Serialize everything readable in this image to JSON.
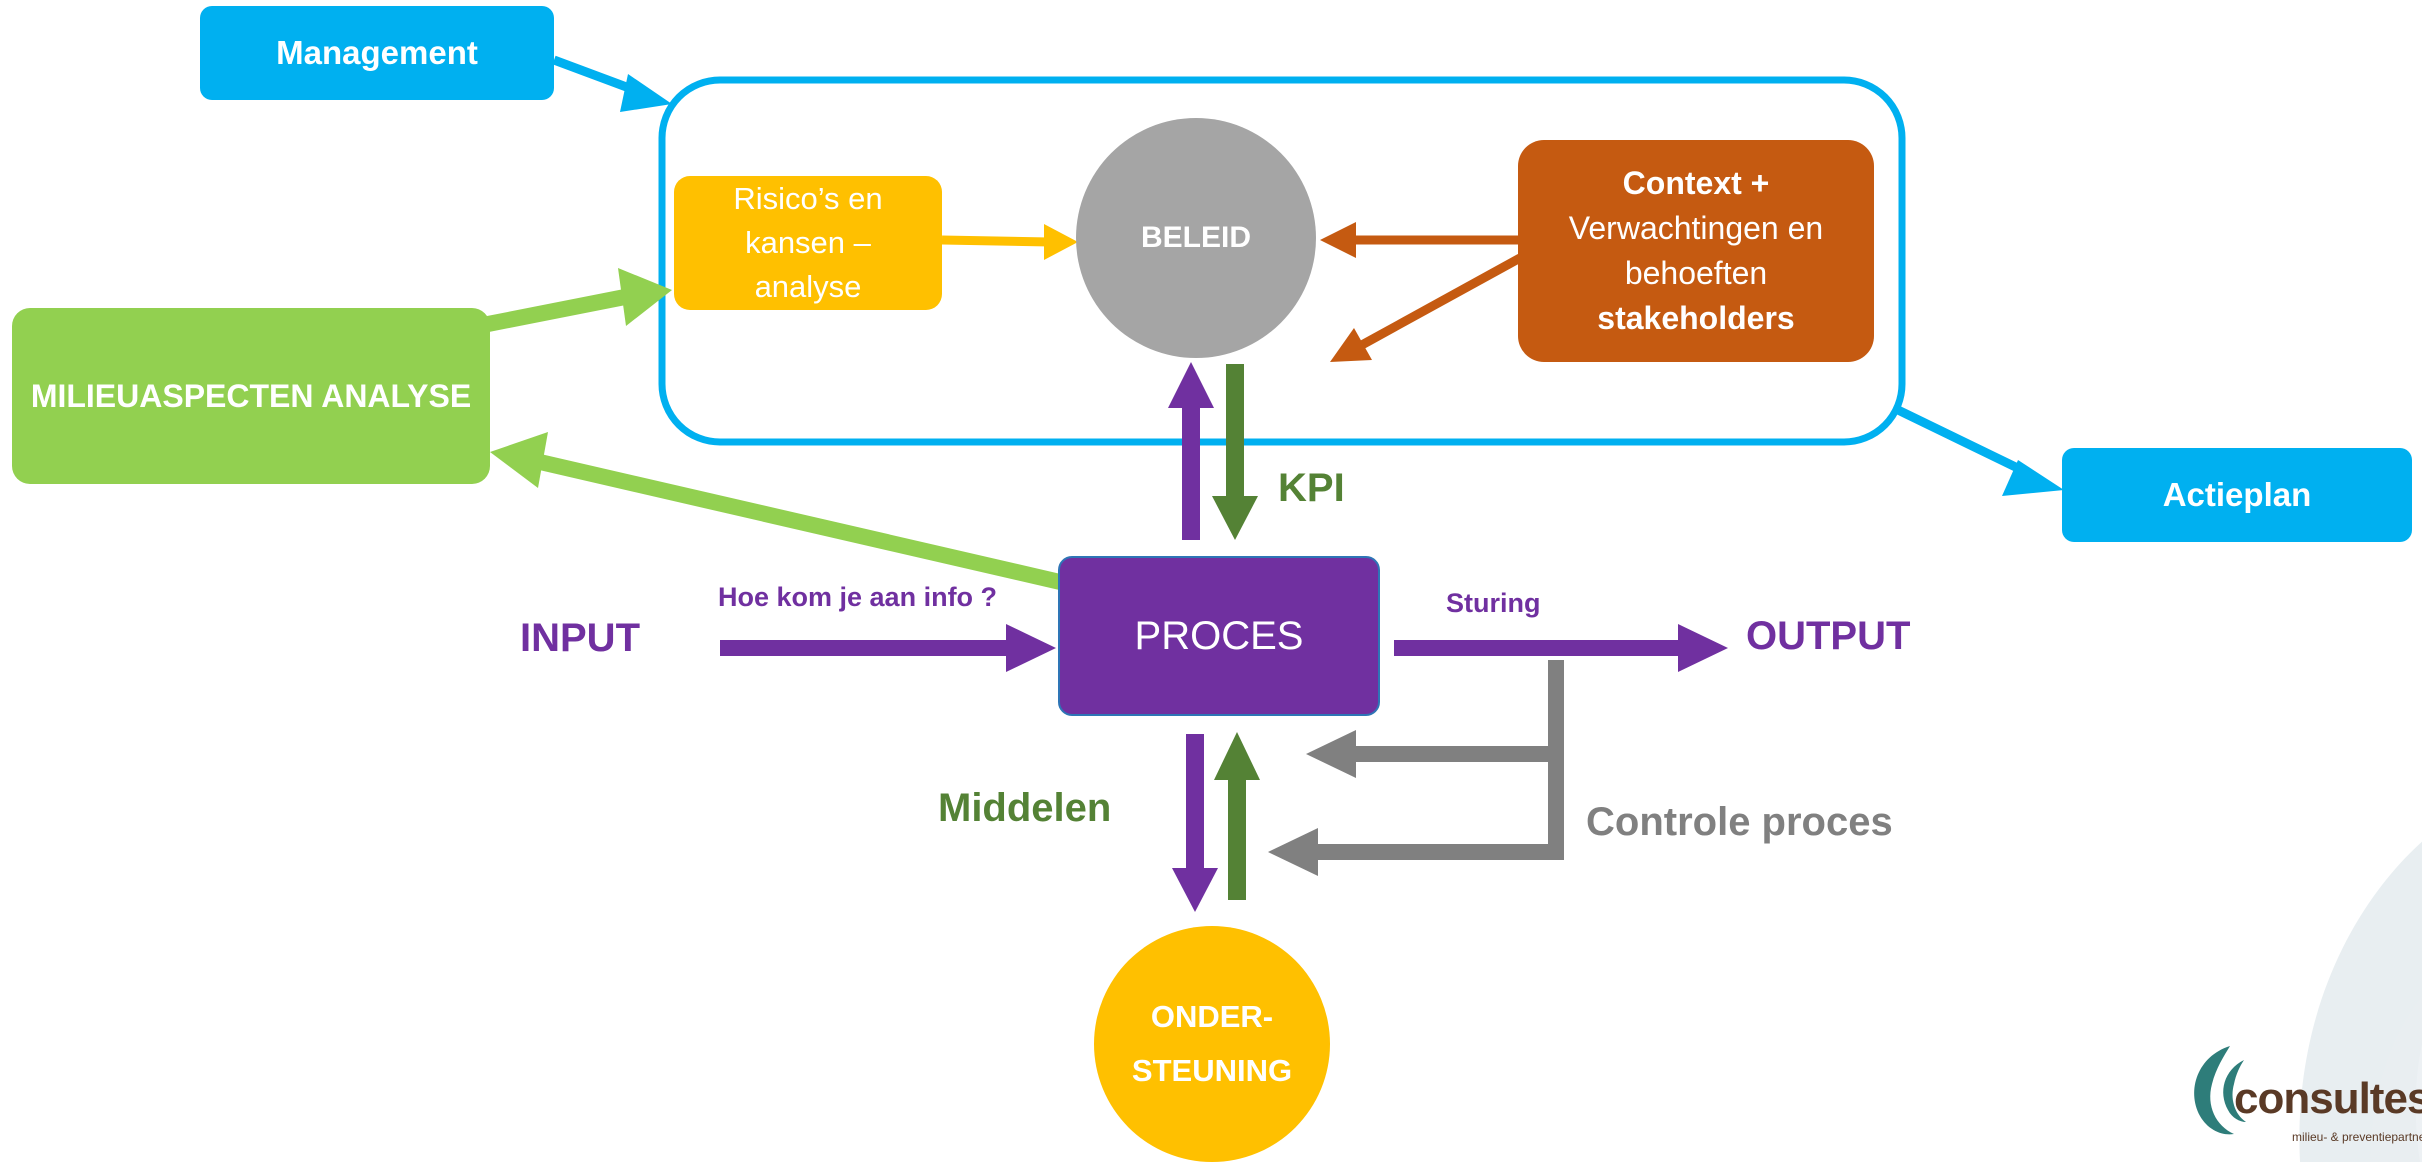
{
  "colors": {
    "blue": "#00b0f0",
    "green": "#92d050",
    "dark_green": "#548235",
    "yellow": "#ffc000",
    "orange": "#c55a11",
    "purple": "#7030a0",
    "grey": "#a5a5a5",
    "dark_grey": "#808080"
  },
  "nodes": {
    "management": "Management",
    "actieplan": "Actieplan",
    "milieu": "MILIEUASPECTEN ANALYSE",
    "risico": [
      "Risico’s en",
      "kansen –",
      "analyse"
    ],
    "beleid": "BELEID",
    "context": {
      "line1": "Context +",
      "line2": "Verwachtingen en",
      "line3": "behoeften",
      "line4": "stakeholders"
    },
    "proces": "PROCES",
    "ondersteuning": [
      "ONDER-",
      "STEUNING"
    ]
  },
  "labels": {
    "kpi": "KPI",
    "input": "INPUT",
    "output": "OUTPUT",
    "hoe": "Hoe kom je aan info ?",
    "sturing": "Sturing",
    "middelen": "Middelen",
    "controle": "Controle proces"
  },
  "logo": {
    "word": "consultes",
    "tagline": "milieu- & preventiepartner"
  },
  "icons": [
    "swirl-watermark-icon",
    "consultes-logo-icon"
  ]
}
